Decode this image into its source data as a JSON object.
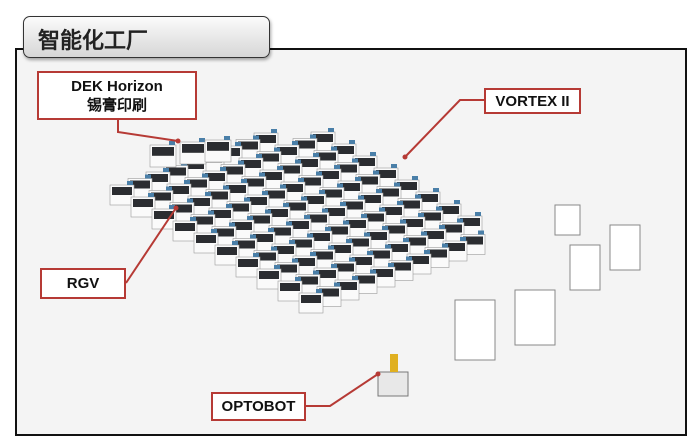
{
  "title": "智能化工厂",
  "callouts": {
    "dek": {
      "line1": "DEK Horizon",
      "line2": "锡膏印刷"
    },
    "vortex": "VORTEX II",
    "rgv": "RGV",
    "optobot": "OPTOBOT"
  },
  "colors": {
    "accent": "#b63a35",
    "frame": "#111111"
  }
}
